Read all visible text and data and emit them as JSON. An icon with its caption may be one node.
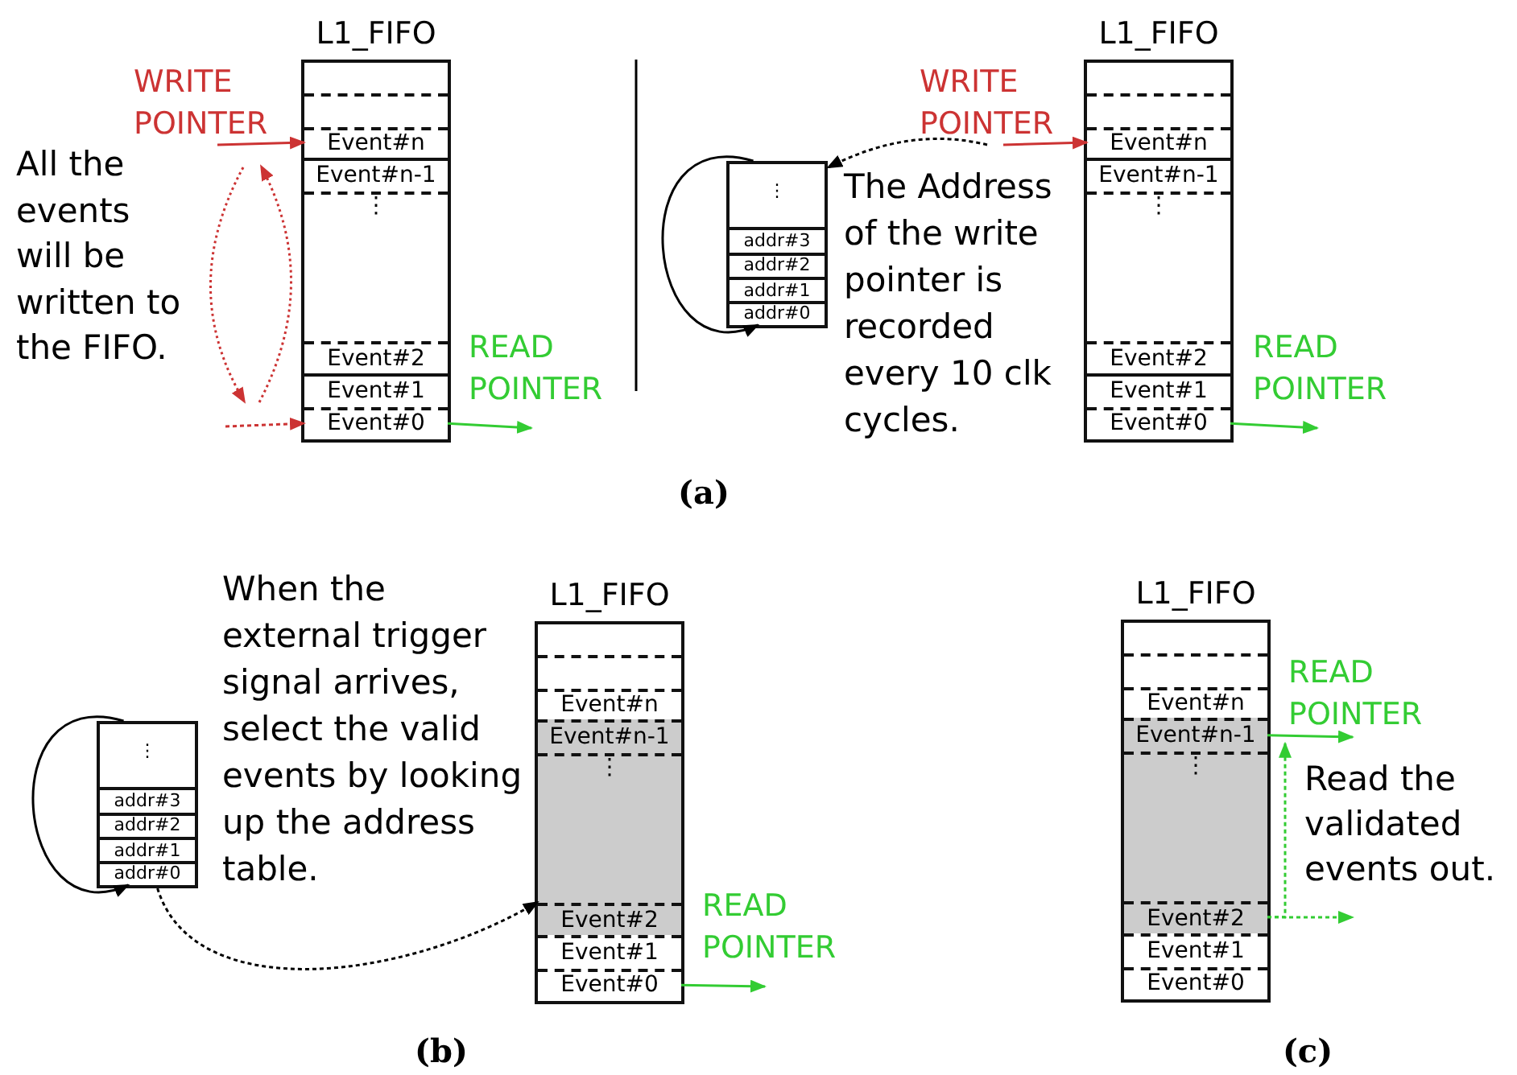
{
  "diagram": {
    "nodes": [
      {
        "text": [
          "L1_FIFO"
        ]
      },
      {
        "text": [],
        "shape": "box",
        "in": 0
      },
      {
        "text": [],
        "shape": "box",
        "in": 0
      },
      {
        "text": [
          "Event#n"
        ],
        "in": 0
      },
      {
        "text": [
          "Event#n-1"
        ],
        "in": 0
      },
      {
        "text": [
          "⋮"
        ],
        "in": 0
      },
      {
        "text": [
          "Event#2"
        ],
        "in": 0
      },
      {
        "text": [
          "Event#1"
        ],
        "in": 0
      },
      {
        "text": [
          "Event#0"
        ],
        "in": 0
      },
      {
        "text": [],
        "shape": "box"
      },
      {
        "text": [
          "⋮"
        ],
        "in": 9
      },
      {
        "text": [
          "addr#3"
        ],
        "in": 9
      },
      {
        "text": [
          "addr#2"
        ],
        "in": 9
      },
      {
        "text": [
          "addr#1"
        ],
        "in": 9
      },
      {
        "text": [
          "addr#0"
        ],
        "in": 9
      },
      {
        "text": [
          "L1_FIFO"
        ]
      },
      {
        "text": [],
        "shape": "box",
        "in": 15
      },
      {
        "text": [],
        "shape": "box",
        "in": 15
      },
      {
        "text": [
          "Event#n"
        ],
        "in": 15
      },
      {
        "text": [
          "Event#n-1"
        ],
        "in": 15
      },
      {
        "text": [
          "⋮"
        ],
        "in": 15
      },
      {
        "text": [
          "Event#2"
        ],
        "in": 15
      },
      {
        "text": [
          "Event#1"
        ],
        "in": 15
      },
      {
        "text": [
          "Event#0"
        ],
        "in": 15
      },
      {
        "text": [],
        "shape": "box"
      },
      {
        "text": [
          "⋮"
        ],
        "in": 24
      },
      {
        "text": [
          "addr#3"
        ],
        "in": 24
      },
      {
        "text": [
          "addr#2"
        ],
        "in": 24
      },
      {
        "text": [
          "addr#1"
        ],
        "in": 24
      },
      {
        "text": [
          "addr#0"
        ],
        "in": 24
      },
      {
        "text": [
          "L1_FIFO"
        ]
      },
      {
        "text": [],
        "shape": "box",
        "in": 30
      },
      {
        "text": [],
        "shape": "box",
        "in": 30
      },
      {
        "text": [
          "Event#n"
        ],
        "in": 30
      },
      {
        "text": [
          "Event#n-1"
        ],
        "in": 30
      },
      {
        "text": [
          "⋮"
        ],
        "in": 30
      },
      {
        "text": [
          "Event#2"
        ],
        "in": 30
      },
      {
        "text": [
          "Event#1"
        ],
        "in": 30
      },
      {
        "text": [
          "Event#0"
        ],
        "in": 30
      },
      {
        "text": [
          "L1_FIFO"
        ]
      },
      {
        "text": [],
        "shape": "box",
        "in": 39
      },
      {
        "text": [],
        "shape": "box",
        "in": 39
      },
      {
        "text": [
          "Event#n"
        ],
        "in": 39
      },
      {
        "text": [
          "Event#n-1"
        ],
        "in": 39
      },
      {
        "text": [
          "⋮"
        ],
        "in": 39
      },
      {
        "text": [
          "Event#2"
        ],
        "in": 39
      },
      {
        "text": [
          "Event#1"
        ],
        "in": 39
      },
      {
        "text": [
          "Event#0"
        ],
        "in": 39
      },
      {
        "text": [
          "WRITE POINTER"
        ]
      },
      {
        "text": [
          "READ POINTER"
        ]
      },
      {
        "text": [
          "WRITE POINTER"
        ]
      },
      {
        "text": [
          "READ POINTER"
        ]
      },
      {
        "text": [
          "READ POINTER"
        ]
      },
      {
        "text": [
          "READ POINTER"
        ]
      }
    ],
    "edges": [
      {
        "from": 48,
        "to": 3,
        "arrow": "to",
        "color": "#cc3333"
      },
      {
        "from": null,
        "to": 8,
        "arrow": "to",
        "style": "dashed",
        "color": "#cc3333"
      },
      {
        "from": 8,
        "to": 49,
        "arrow": "to",
        "color": "#33cc33"
      },
      {
        "from": 50,
        "to": 9,
        "arrow": "to",
        "style": "dashed",
        "color": "#000000"
      },
      {
        "from": 10,
        "to": 14,
        "arrow": "to",
        "color": "#000000"
      },
      {
        "from": 50,
        "to": 18,
        "arrow": "to",
        "color": "#cc3333"
      },
      {
        "from": 23,
        "to": 51,
        "arrow": "to",
        "color": "#33cc33"
      },
      {
        "from": 25,
        "to": 29,
        "arrow": "to",
        "color": "#000000"
      },
      {
        "from": 24,
        "to": 36,
        "arrow": "to",
        "style": "dashed",
        "color": "#000000"
      },
      {
        "from": 38,
        "to": 52,
        "arrow": "to",
        "color": "#33cc33"
      },
      {
        "from": 43,
        "to": 53,
        "arrow": "to",
        "color": "#33cc33"
      },
      {
        "from": 45,
        "to": null,
        "arrow": "to",
        "style": "dashed",
        "color": "#33cc33"
      },
      {
        "from": 45,
        "to": 43,
        "arrow": "to",
        "style": "dashed",
        "color": "#33cc33"
      }
    ],
    "labels": [
      "All the events will be written to the FIFO.",
      "The Address of the write pointer is recorded every 10 clk cycles.",
      "(a)",
      "When the external trigger signal arrives, select the valid events by looking up the address table.",
      "Read the validated events out.",
      "(b)",
      "(c)"
    ]
  }
}
